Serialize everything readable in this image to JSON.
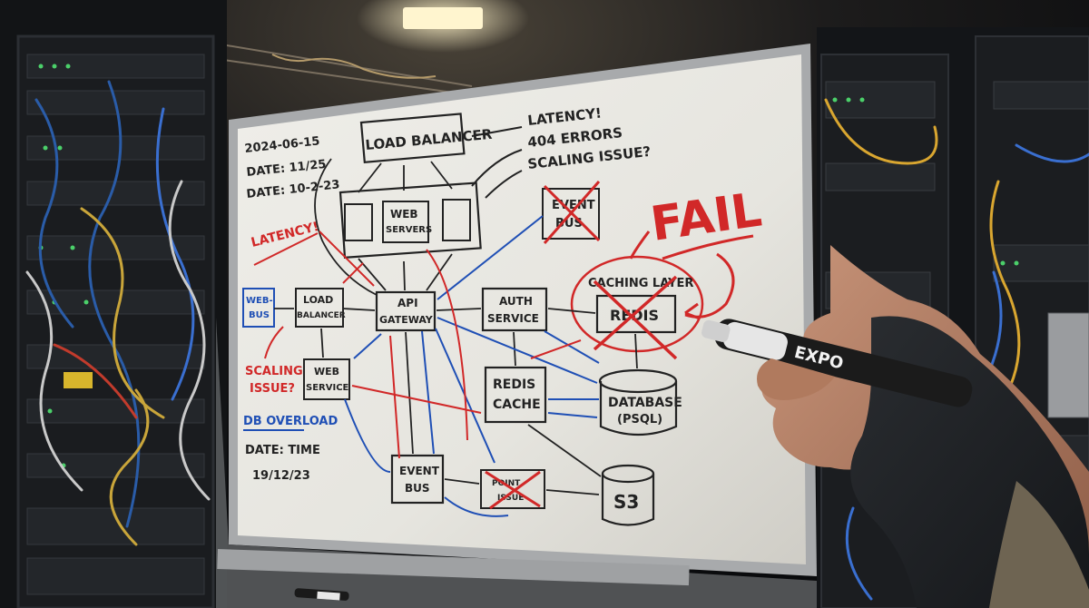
{
  "whiteboard": {
    "dates": {
      "line1": "2024-06-15",
      "line2": "DATE: 11/25",
      "line3": "DATE: 10-2-23"
    },
    "top_notes": {
      "note1": "LATENCY!",
      "note2": "404 ERRORS",
      "note3": "SCALING ISSUE?"
    },
    "left_notes": {
      "latency": "LATENCY!",
      "scaling1": "SCALING",
      "scaling2": "ISSUE?",
      "db_overload": "DB OVERLOAD",
      "date_time": "DATE: TIME",
      "date_value": "19/12/23"
    },
    "fail_label": "FAIL",
    "nodes": {
      "load_balancer_top": "LOAD BALANCER",
      "web_servers_1": "WEB",
      "web_servers_2": "SERVERS",
      "event_bus_top_1": "EVENT",
      "event_bus_top_2": "BUS",
      "web_bus_1": "WEB-",
      "web_bus_2": "BUS",
      "load_balancer_left_1": "LOAD",
      "load_balancer_left_2": "BALANCER",
      "api_gateway_1": "API",
      "api_gateway_2": "GATEWAY",
      "auth_service_1": "AUTH",
      "auth_service_2": "SERVICE",
      "caching_layer": "CACHING LAYER",
      "redis": "REDIS",
      "web_service_1": "WEB",
      "web_service_2": "SERVICE",
      "redis_cache_1": "REDIS",
      "redis_cache_2": "CACHE",
      "database_1": "DATABASE",
      "database_2": "(PSQL)",
      "event_bus_bottom_1": "EVENT",
      "event_bus_bottom_2": "BUS",
      "point_issue_1": "POINT",
      "point_issue_2": "ISSUE",
      "s3": "S3"
    }
  },
  "marker": {
    "brand": "EXPO"
  },
  "colors": {
    "ink_black": "#1c1c1c",
    "ink_red": "#d12828",
    "ink_blue": "#1f4fb5",
    "board": "#ecebe6",
    "frame": "#b9bbbd",
    "led_green": "#4bd06a"
  }
}
